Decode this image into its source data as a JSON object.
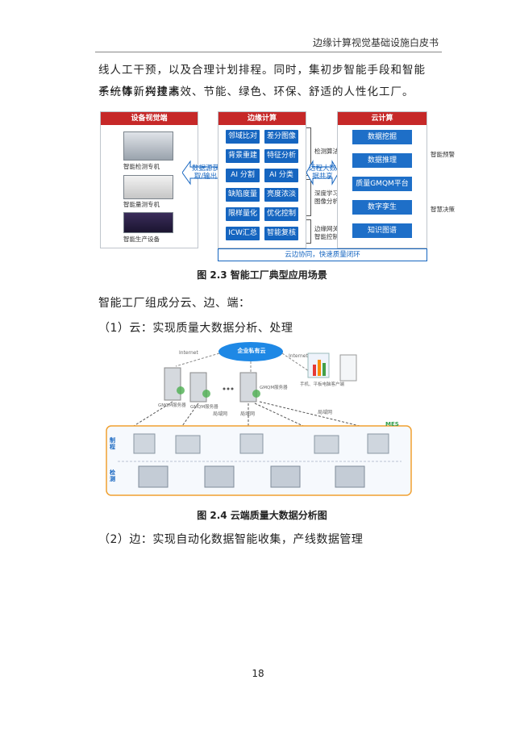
{
  "header": {
    "title": "边缘计算视觉基础设施白皮书"
  },
  "intro": {
    "line1": "线人工干预，以及合理计划排程。同时，集初步智能手段和智能系统等新兴技术",
    "line2": "于一体，构建高效、节能、绿色、环保、舒适的人性化工厂。"
  },
  "fig23": {
    "device_panel": {
      "title": "设备视觉端",
      "items": [
        "智能检测专机",
        "智能量测专机",
        "智能生产设备"
      ]
    },
    "link_left": {
      "line1": "数据源获",
      "line2": "取/输出"
    },
    "edge_panel": {
      "title": "边缘计算",
      "buttons": [
        "邻域比对",
        "差分图像",
        "背景重建",
        "特征分析",
        "AI 分割",
        "AI 分类",
        "缺陷度量",
        "亮度浓淡",
        "限样量化",
        "优化控制",
        "ICW汇总",
        "智能复核"
      ],
      "labels": [
        "检测算法",
        "深度学习",
        "图像分析",
        "边缘网关",
        "智能控制"
      ]
    },
    "link_right": {
      "line1": "远程大数",
      "line2": "据共享"
    },
    "cloud_panel": {
      "title": "云计算",
      "buttons": [
        "数据挖掘",
        "数据推理",
        "质量GMQM平台",
        "数字孪生",
        "知识图谱"
      ],
      "labels": [
        "智能预警",
        "智慧决策"
      ]
    },
    "footer": "云边协同，快速质量闭环",
    "caption": "图 2.3 智能工厂典型应用场景"
  },
  "section_intro": "智能工厂组成分云、边、端：",
  "item1": "（1）云：实现质量大数据分析、处理",
  "fig24": {
    "cloud": "企业私有云",
    "internet_left": "Internet",
    "internet_right": "Internet",
    "servers": [
      "GMQM服务器",
      "GMQM服务器",
      "GMQM服务器"
    ],
    "lan_labels": [
      "局域网",
      "局域网",
      "局域网"
    ],
    "client_label": "手机、平板电脑客户端",
    "mes": "MES",
    "row_labels": {
      "top": "制程",
      "bottom": "检测"
    },
    "caption": "图 2.4   云端质量大数据分析图"
  },
  "item2": "（2）边：实现自动化数据智能收集，产线数据管理",
  "page_number": "18",
  "colors": {
    "accent_red": "#c62828",
    "accent_blue": "#1565c0",
    "mes_green": "#2e9d4a"
  }
}
